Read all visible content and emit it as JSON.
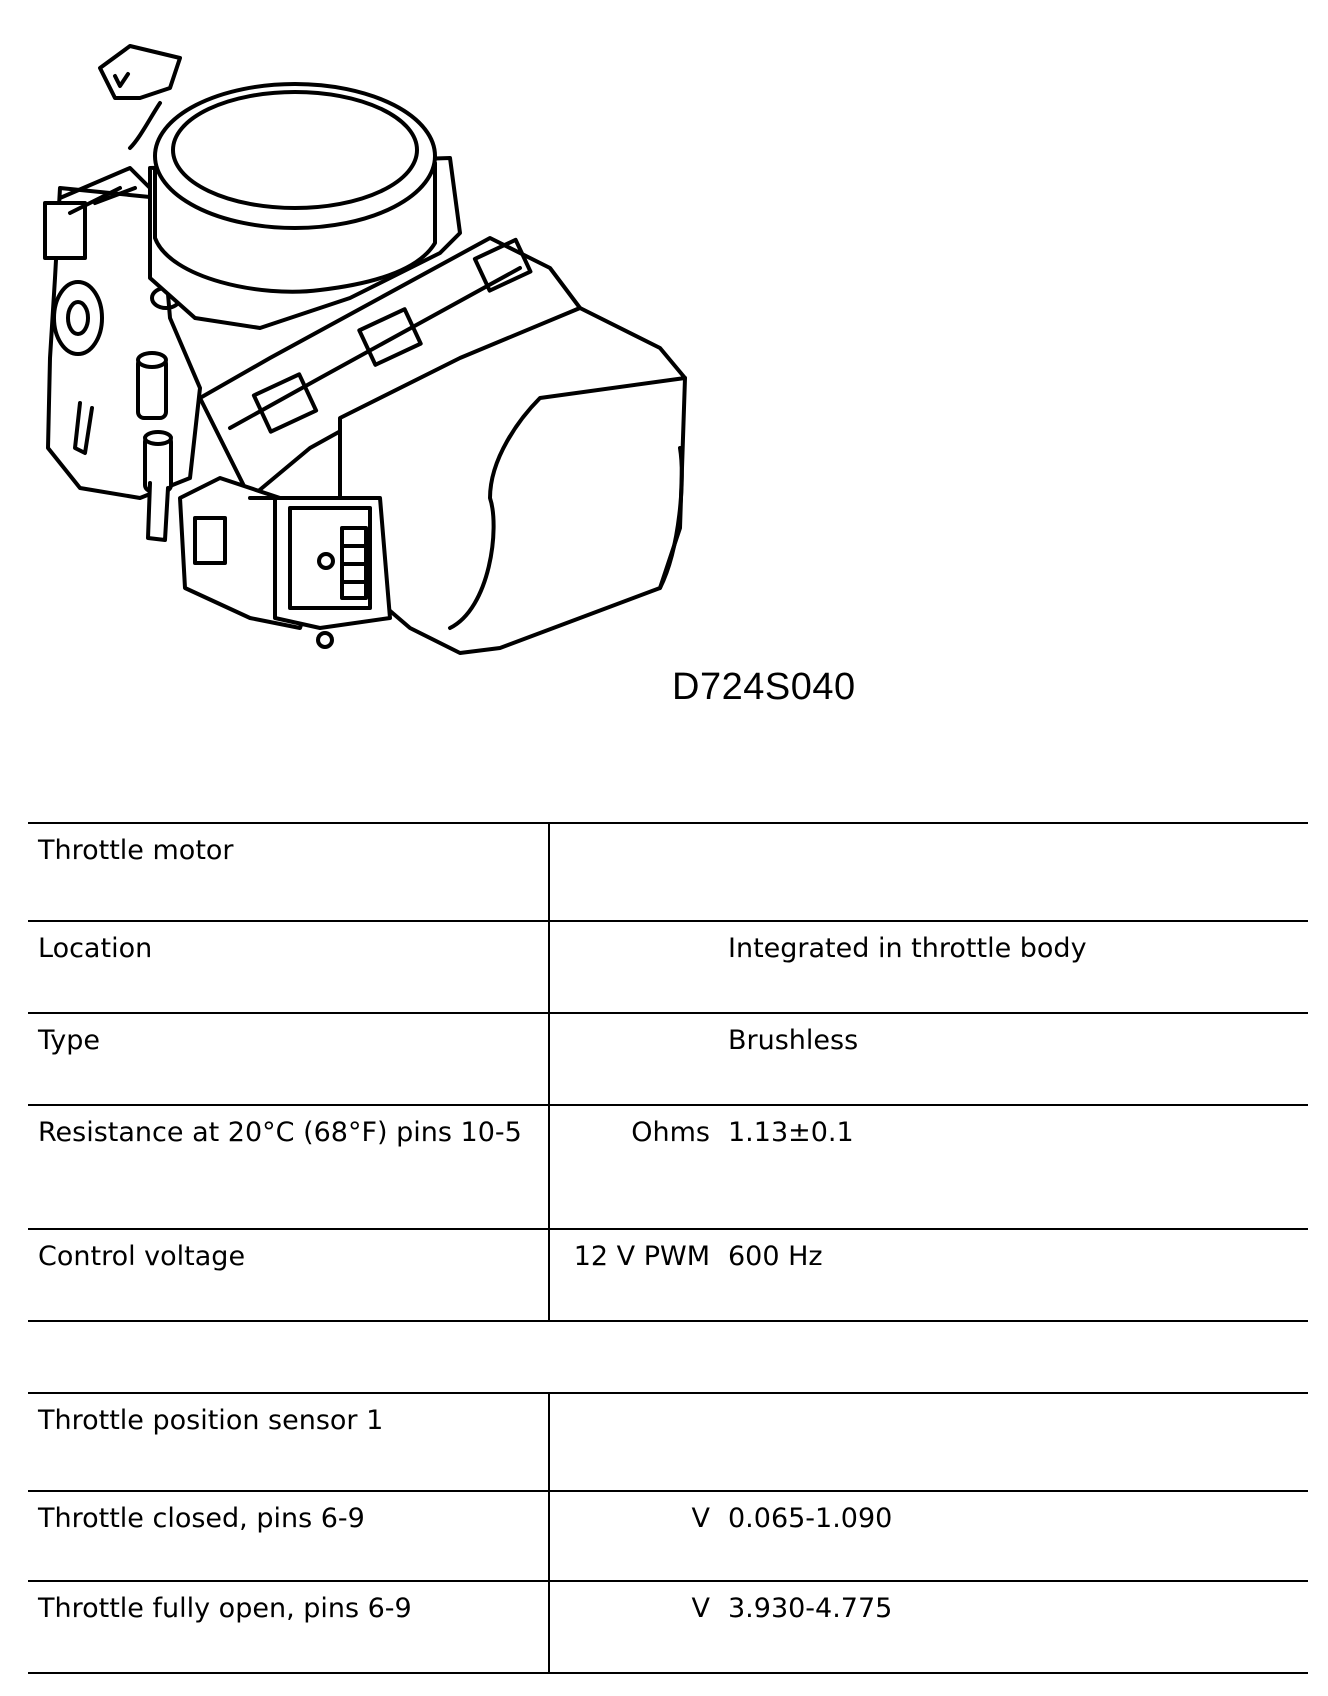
{
  "figure": {
    "code": "D724S040",
    "illustration": "throttle-body-icon"
  },
  "throttle_motor": {
    "heading": "Throttle motor",
    "rows": [
      {
        "label": "Location",
        "unit": "",
        "value": "Integrated in throttle body"
      },
      {
        "label": "Type",
        "unit": "",
        "value": "Brushless"
      },
      {
        "label": "Resistance at 20°C (68°F) pins 10-5",
        "unit": "Ohms",
        "value": "1.13±0.1"
      },
      {
        "label": "Control voltage",
        "unit": "12 V PWM",
        "value": "600 Hz"
      }
    ]
  },
  "throttle_position_sensor": {
    "heading": "Throttle position sensor 1",
    "rows": [
      {
        "label": "Throttle closed, pins 6-9",
        "unit": "V",
        "value": "0.065-1.090"
      },
      {
        "label": "Throttle fully open, pins 6-9",
        "unit": "V",
        "value": "3.930-4.775"
      }
    ]
  }
}
